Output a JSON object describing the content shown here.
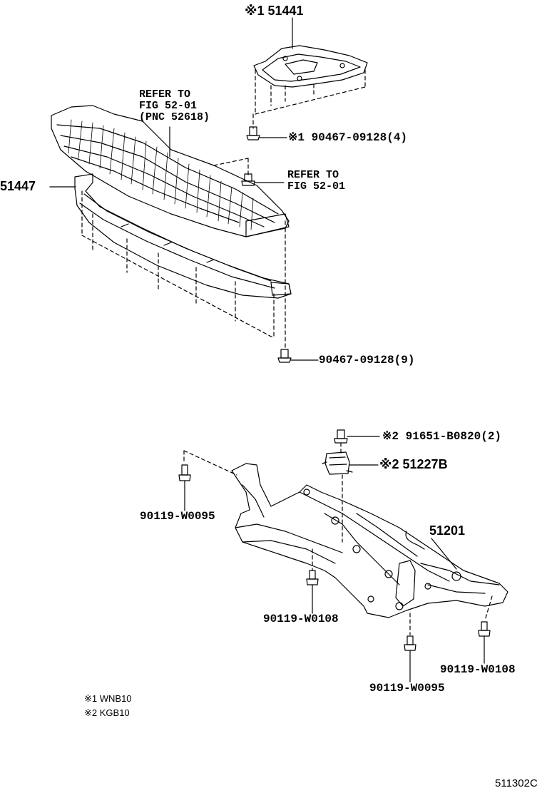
{
  "labels": {
    "p51441": "※1 51441",
    "refer_a": "REFER TO\nFIG 52-01\n(PNC 52618)",
    "bolt_4": "※1 90467-09128(4)",
    "refer_b": "REFER TO\nFIG 52-01",
    "p51447": "51447",
    "bolt_9": "90467-09128(9)",
    "bolt_2": "※2 91651-B0820(2)",
    "p51227b": "※2 51227B",
    "p51201": "51201",
    "w0095_left": "90119-W0095",
    "w0108_mid": "90119-W0108",
    "w0108_right": "90119-W0108",
    "w0095_bottom": "90119-W0095"
  },
  "notes": {
    "n1": "※1 WNB10",
    "n2": "※2 KGB10"
  },
  "figure_code": "511302C"
}
